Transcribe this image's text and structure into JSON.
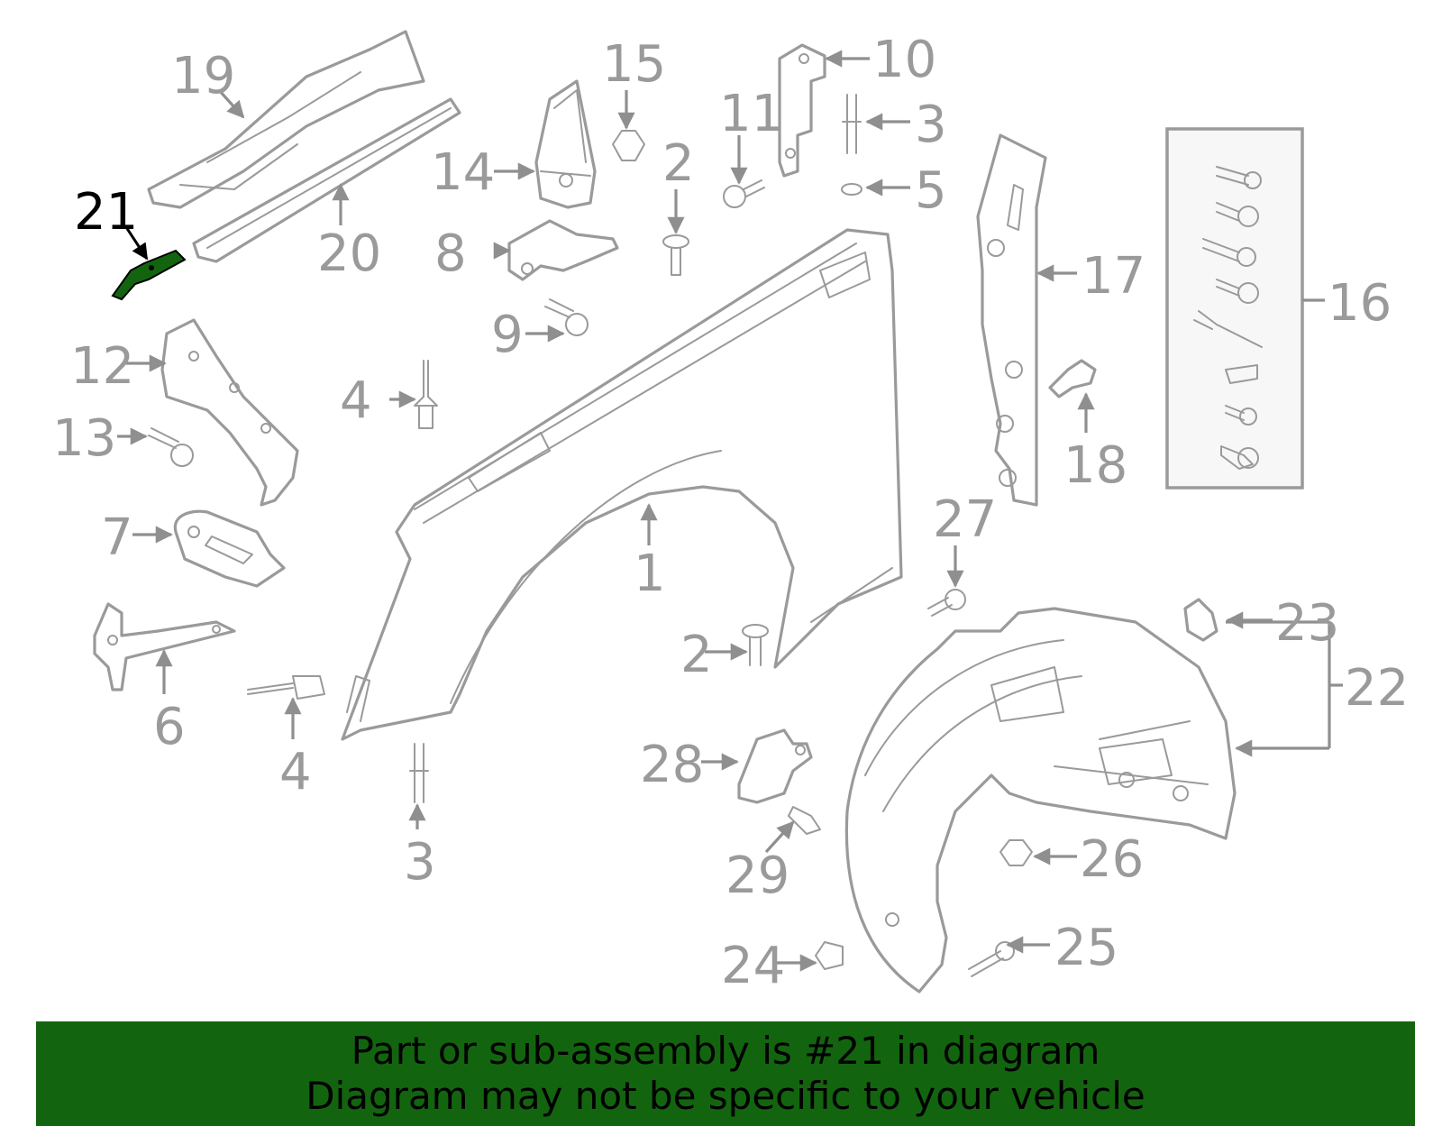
{
  "callouts": {
    "c1": "1",
    "c2a": "2",
    "c2b": "2",
    "c3a": "3",
    "c3b": "3",
    "c4a": "4",
    "c4b": "4",
    "c5": "5",
    "c6": "6",
    "c7": "7",
    "c8": "8",
    "c9": "9",
    "c10": "10",
    "c11": "11",
    "c12": "12",
    "c13": "13",
    "c14": "14",
    "c15": "15",
    "c16": "16",
    "c17": "17",
    "c18": "18",
    "c19": "19",
    "c20": "20",
    "c21": "21",
    "c22": "22",
    "c23": "23",
    "c24": "24",
    "c25": "25",
    "c26": "26",
    "c27": "27",
    "c28": "28",
    "c29": "29"
  },
  "highlight": {
    "part_number": "21",
    "color": "#13640f"
  },
  "banner": {
    "line1": "Part or sub-assembly is #21 in diagram",
    "line2": "Diagram may not be specific to your vehicle",
    "background": "#13640f"
  }
}
